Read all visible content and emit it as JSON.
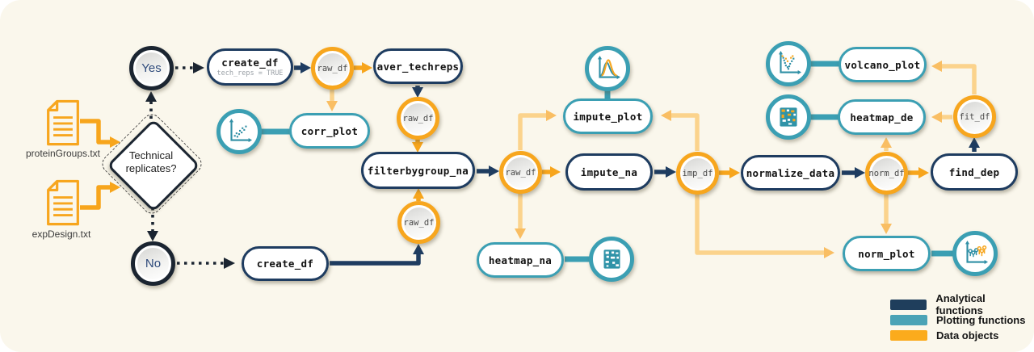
{
  "palette": {
    "analytical": "#1E3C60",
    "plotting": "#3B9FB3",
    "data_object": "#F7A61E",
    "data_arrow_light": "#FBD38C",
    "decision_ink": "#1B2531",
    "background": "#FAF7EC"
  },
  "inputs": {
    "protein_groups": "proteinGroups.txt",
    "exp_design": "expDesign.txt"
  },
  "decision": {
    "question": "Technical replicates?",
    "yes_label": "Yes",
    "no_label": "No"
  },
  "functions": {
    "create_df_top": {
      "label": "create_df",
      "arg": "tech_reps = TRUE"
    },
    "create_df_bottom": {
      "label": "create_df"
    },
    "aver_techreps": {
      "label": "aver_techreps"
    },
    "corr_plot": {
      "label": "corr_plot"
    },
    "filterbygroup_na": {
      "label": "filterbygroup_na"
    },
    "impute_plot": {
      "label": "impute_plot"
    },
    "impute_na": {
      "label": "impute_na"
    },
    "heatmap_na": {
      "label": "heatmap_na"
    },
    "normalize_data": {
      "label": "normalize_data"
    },
    "find_dep": {
      "label": "find_dep"
    },
    "volcano_plot": {
      "label": "volcano_plot"
    },
    "heatmap_de": {
      "label": "heatmap_de"
    },
    "norm_plot": {
      "label": "norm_plot"
    }
  },
  "data_objects": {
    "raw_df_1": "raw_df",
    "raw_df_2": "raw_df",
    "raw_df_3": "raw_df",
    "raw_df_4": "raw_df",
    "imp_df": "imp_df",
    "norm_df": "norm_df",
    "fit_df": "fit_df"
  },
  "legend": {
    "items": [
      {
        "label": "Analytical functions",
        "color": "#1F3E5C"
      },
      {
        "label": "Plotting functions",
        "color": "#4BA3B6"
      },
      {
        "label": "Data objects",
        "color": "#FBAB1C"
      }
    ]
  }
}
